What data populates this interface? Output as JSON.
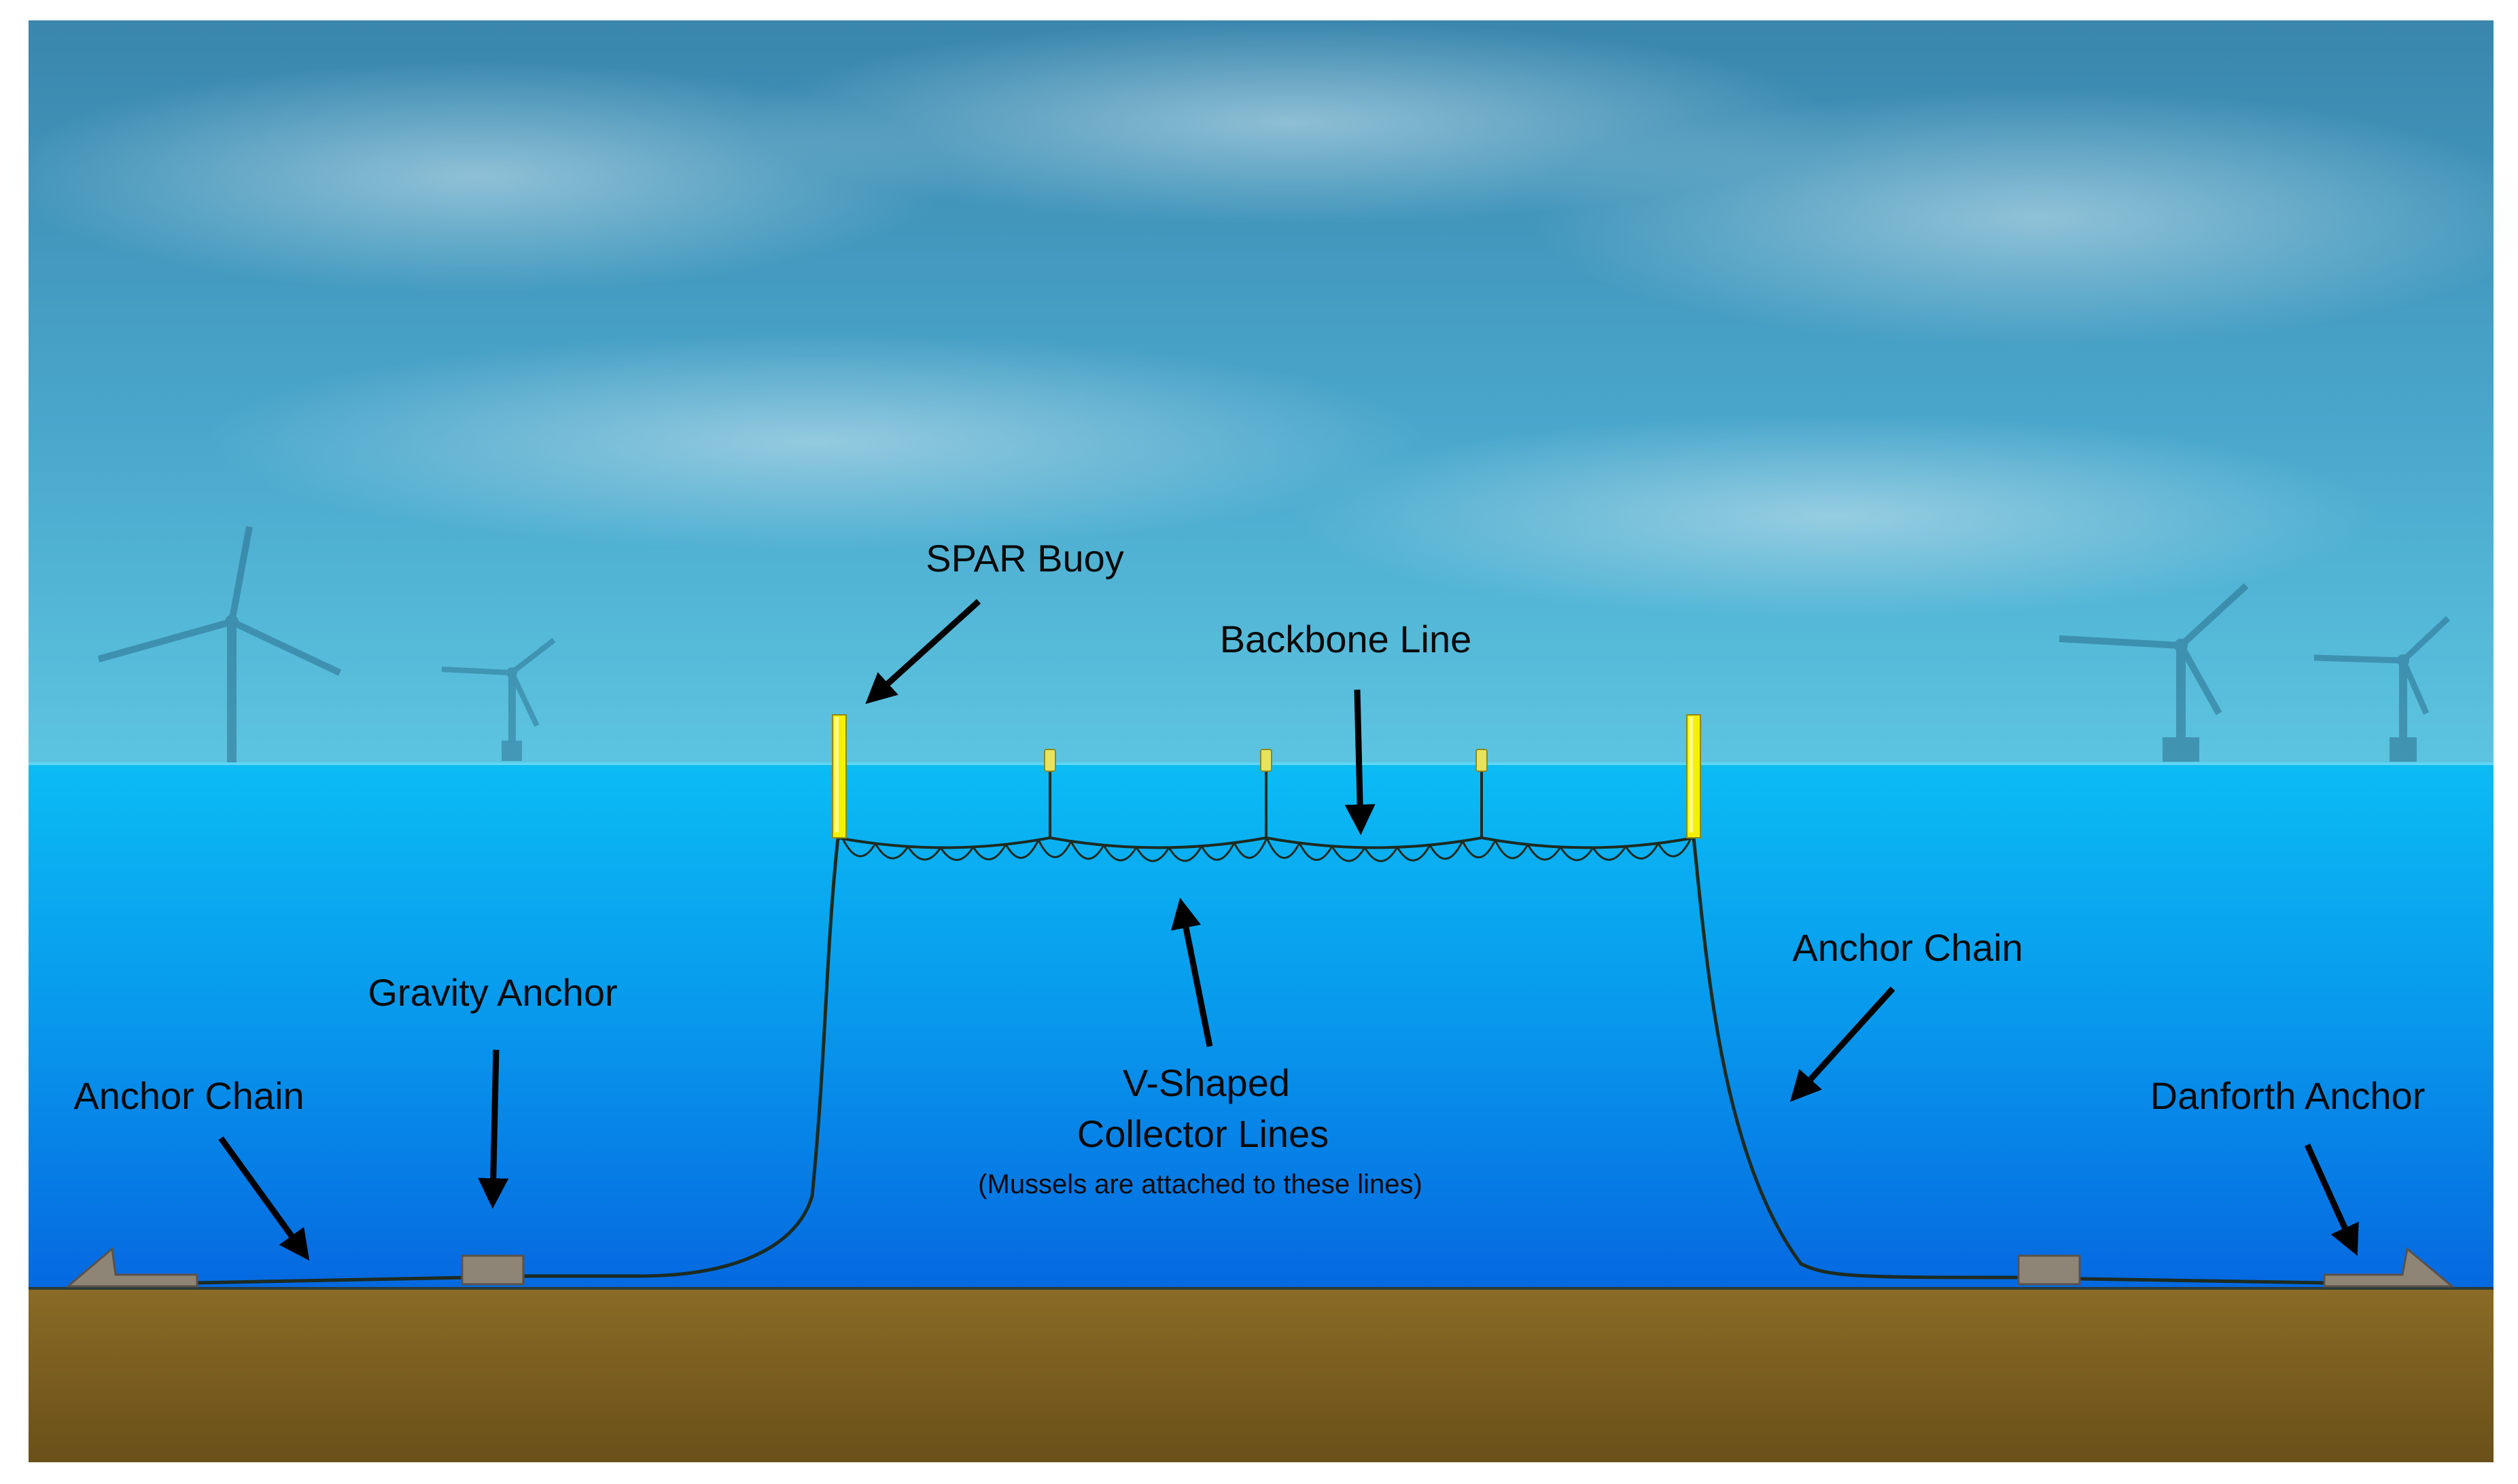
{
  "labels": {
    "spar_buoy": "SPAR Buoy",
    "backbone_line": "Backbone Line",
    "gravity_anchor": "Gravity Anchor",
    "anchor_chain_left": "Anchor Chain",
    "anchor_chain_right": "Anchor Chain",
    "danforth_anchor": "Danforth Anchor",
    "collector_line1": "V-Shaped",
    "collector_line2": "Collector Lines",
    "collector_note": "(Mussels are attached to these lines)"
  },
  "colors": {
    "sky_top": "#3d8fb5",
    "sky_bottom": "#4fb6d6",
    "water_top": "#08b7f2",
    "water_bottom": "#056fe2",
    "seabed": "#7a5f22",
    "buoy": "#f5f000",
    "anchor": "#8f8577",
    "line": "#1c2b22"
  },
  "icons": [
    "wind-turbine-icon",
    "spar-buoy-icon",
    "float-icon",
    "anchor-icon"
  ]
}
